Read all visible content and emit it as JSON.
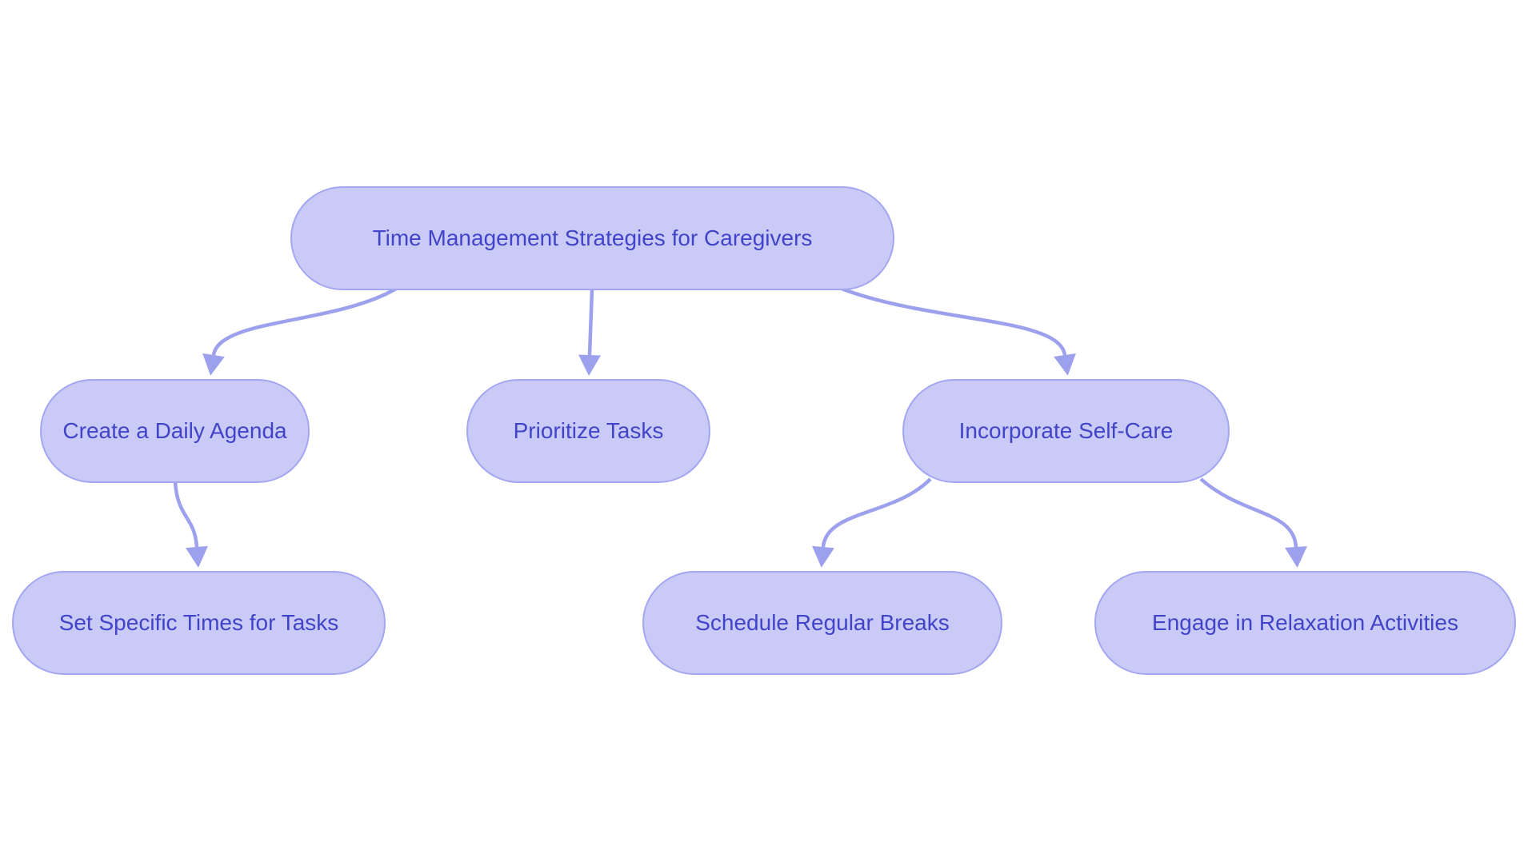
{
  "diagram": {
    "type": "flowchart",
    "background_color": "#ffffff",
    "node_fill_color": "#c9caf6",
    "node_border_color": "#a3a6f0",
    "edge_color": "#9da0ec",
    "text_color": "#4144c8",
    "nodes": [
      {
        "id": "root",
        "label": "Time Management Strategies for Caregivers"
      },
      {
        "id": "create-agenda",
        "label": "Create a Daily Agenda"
      },
      {
        "id": "prioritize",
        "label": "Prioritize Tasks"
      },
      {
        "id": "self-care",
        "label": "Incorporate Self-Care"
      },
      {
        "id": "set-times",
        "label": "Set Specific Times for Tasks"
      },
      {
        "id": "breaks",
        "label": "Schedule Regular Breaks"
      },
      {
        "id": "relaxation",
        "label": "Engage in Relaxation Activities"
      }
    ],
    "edges": [
      {
        "from": "root",
        "to": "create-agenda"
      },
      {
        "from": "root",
        "to": "prioritize"
      },
      {
        "from": "root",
        "to": "self-care"
      },
      {
        "from": "create-agenda",
        "to": "set-times"
      },
      {
        "from": "self-care",
        "to": "breaks"
      },
      {
        "from": "self-care",
        "to": "relaxation"
      }
    ]
  }
}
